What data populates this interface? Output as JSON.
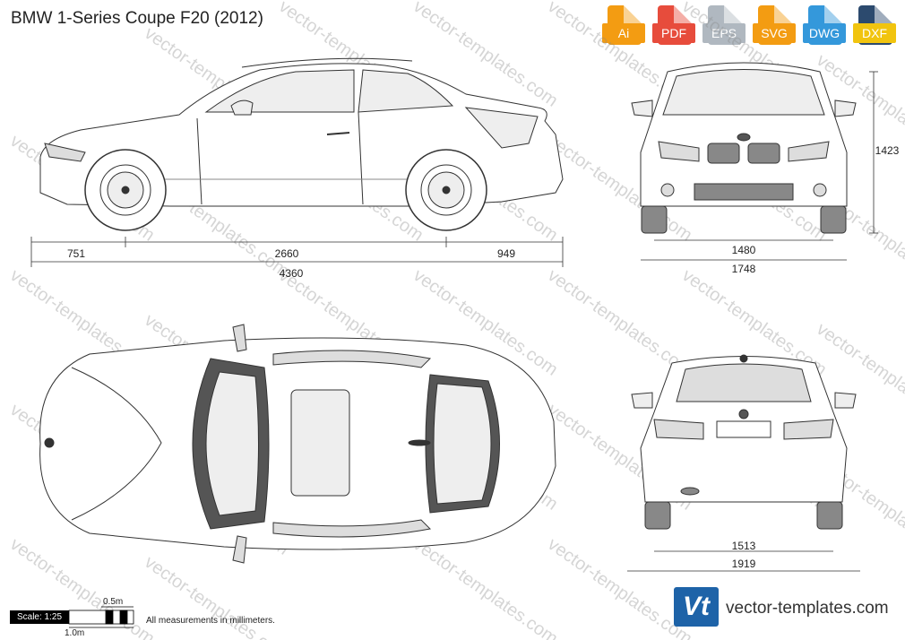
{
  "title": "BMW 1-Series Coupe F20 (2012)",
  "formats": [
    {
      "label": "Ai",
      "color": "#f39c12"
    },
    {
      "label": "PDF",
      "color": "#e74c3c"
    },
    {
      "label": "EPS",
      "color": "#b0b8c0"
    },
    {
      "label": "SVG",
      "color": "#f39c12"
    },
    {
      "label": "DWG",
      "color": "#3498db"
    },
    {
      "label": "DXF",
      "color": "#2c4a6e"
    }
  ],
  "dimensions": {
    "front_overhang": "751",
    "wheelbase": "2660",
    "rear_overhang": "949",
    "length": "4360",
    "height": "1423",
    "front_track": "1480",
    "width_front": "1748",
    "rear_track": "1513",
    "width_rear": "1919"
  },
  "watermark": "vector-templates.com",
  "scale": {
    "label": "Scale: 1:25",
    "half": "0.5m",
    "full": "1.0m",
    "note": "All measurements in millimeters."
  },
  "brand": {
    "logo": "Vt",
    "url": "vector-templates.com"
  }
}
